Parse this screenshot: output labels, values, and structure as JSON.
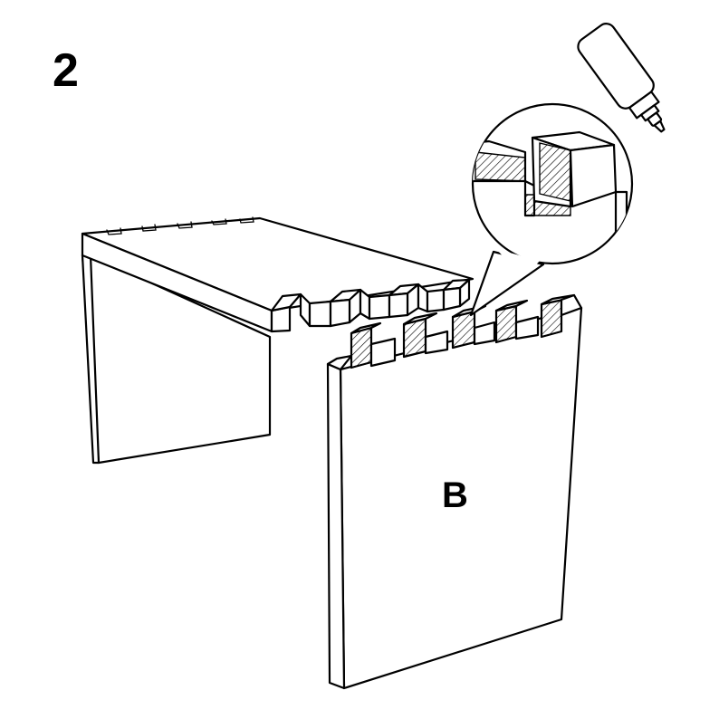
{
  "instruction": {
    "step_number": "2",
    "part_label": "B",
    "icons": [
      "glue-bottle-icon",
      "magnifier-callout"
    ],
    "colors": {
      "line": "#000000",
      "background": "#ffffff"
    }
  }
}
